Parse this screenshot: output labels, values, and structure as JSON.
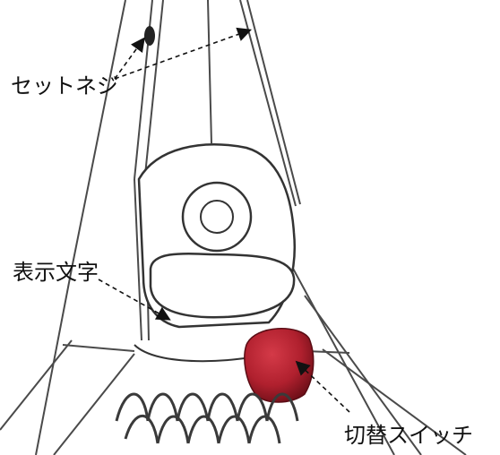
{
  "labels": {
    "set_screw": "セットネジ",
    "display_text": "表示文字",
    "toggle_switch": "切替スイッチ"
  },
  "colors": {
    "metal": "#4a4a4a",
    "switch": "#b0202e",
    "switch_dark": "#6e0f18",
    "arrow": "#111111"
  }
}
